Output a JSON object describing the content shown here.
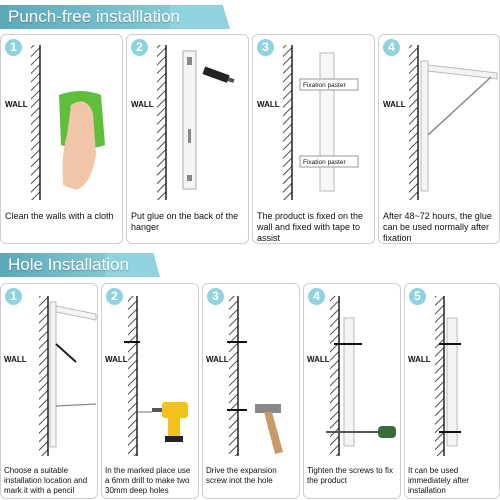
{
  "sections": {
    "top": {
      "title": "Punch-free installlation"
    },
    "bottom": {
      "title": "Hole Installation"
    }
  },
  "top_steps": [
    {
      "num": "1",
      "wall": "WALL",
      "caption": "Clean the walls with a cloth"
    },
    {
      "num": "2",
      "wall": "WALL",
      "caption": "Put glue on the back of the hanger"
    },
    {
      "num": "3",
      "wall": "WALL",
      "paster_top": "Fixation paster",
      "paster_bottom": "Fixation paster",
      "caption": "The product is fixed on the wall and fixed with tape to assist"
    },
    {
      "num": "4",
      "wall": "WALL",
      "caption": "After 48~72 hours, the glue can be used normally after fixation"
    }
  ],
  "bottom_steps": [
    {
      "num": "1",
      "wall": "WALL",
      "caption": "Choose a suitable installation location and mark it with a pencil"
    },
    {
      "num": "2",
      "wall": "WALL",
      "caption": "In the marked place use a 6mm drill to make two 30mm deep holes"
    },
    {
      "num": "3",
      "wall": "WALL",
      "caption": "Drive the expansion screw inot the hole"
    },
    {
      "num": "4",
      "wall": "WALL",
      "caption": "Tighten the screws to fix the product"
    },
    {
      "num": "5",
      "wall": "WALL",
      "caption": "It can be used immediately after installation"
    }
  ],
  "colors": {
    "accent": "#8fd3de",
    "accent_dark": "#5aa9b8",
    "border": "#cfcfcf",
    "cloth": "#5fbf3c",
    "drill": "#f2c21b"
  }
}
